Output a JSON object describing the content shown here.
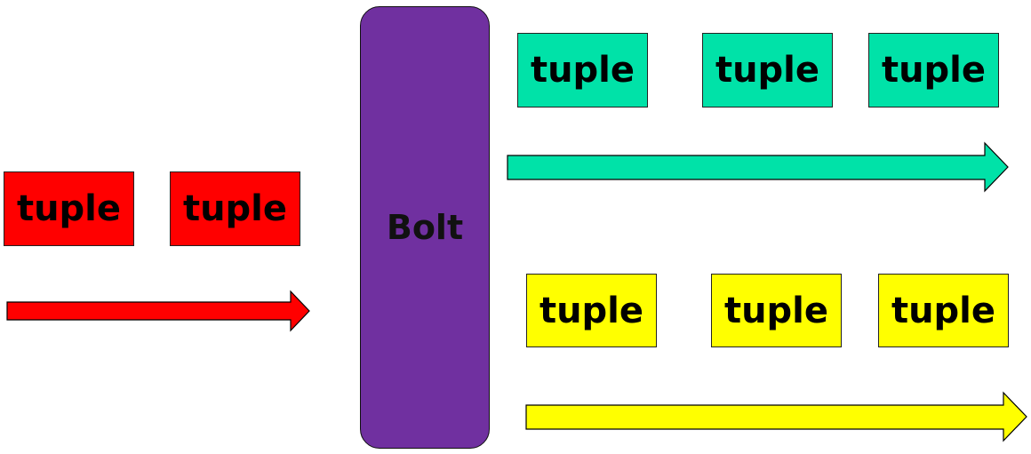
{
  "colors": {
    "input": "#ff0000",
    "output_a": "#00e2a8",
    "output_b": "#ffff00",
    "bolt": "#7030a0"
  },
  "input_stream": {
    "tuples": [
      "tuple",
      "tuple"
    ]
  },
  "bolt": {
    "label": "Bolt"
  },
  "output_stream_a": {
    "tuples": [
      "tuple",
      "tuple",
      "tuple"
    ]
  },
  "output_stream_b": {
    "tuples": [
      "tuple",
      "tuple",
      "tuple"
    ]
  }
}
